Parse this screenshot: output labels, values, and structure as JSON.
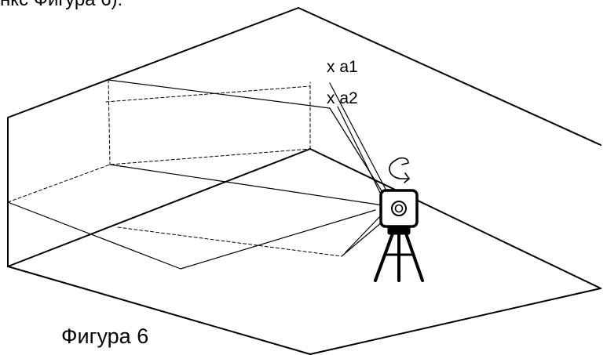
{
  "top_text": "нкс Фигура 6).",
  "labels": {
    "a1": "x a1",
    "a2": "x a2"
  },
  "caption": "Фигура 6",
  "icons": {
    "rotation": "rotate-arrow-icon",
    "device": "laser-level-icon",
    "tripod": "tripod-icon"
  }
}
